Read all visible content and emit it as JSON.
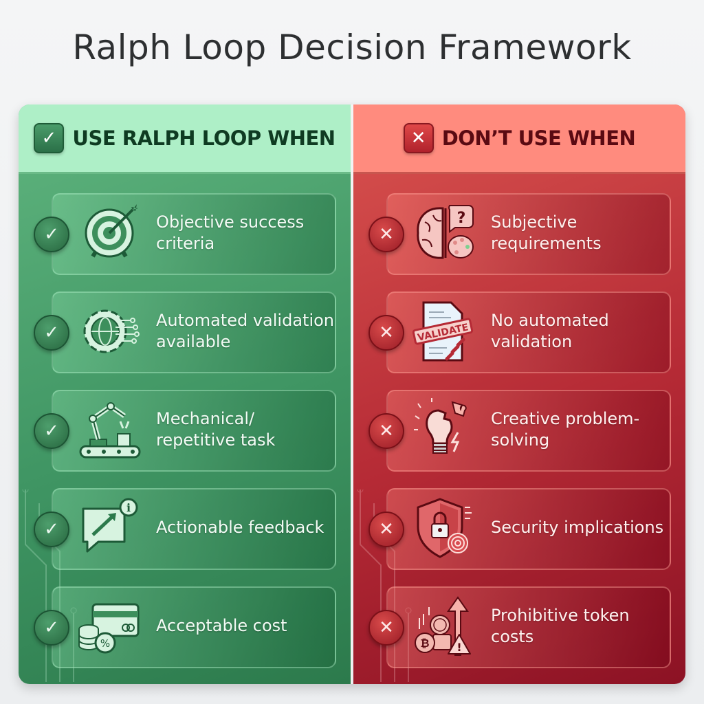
{
  "title": "Ralph Loop Decision Framework",
  "colors": {
    "use_accent": "#3f9563",
    "use_header": "#aeefc7",
    "dont_accent": "#b52a35",
    "dont_header": "#ff8b7e"
  },
  "use": {
    "header": "USE RALPH LOOP WHEN",
    "header_icon": "check-icon",
    "mark": "✓",
    "items": [
      {
        "label": "Objective success criteria",
        "icon": "target-arrow-icon"
      },
      {
        "label": "Automated validation available",
        "icon": "gear-globe-circuit-icon"
      },
      {
        "label": "Mechanical/ repetitive task",
        "icon": "robot-arm-conveyor-icon"
      },
      {
        "label": "Actionable feedback",
        "icon": "chat-arrow-info-icon"
      },
      {
        "label": "Acceptable cost",
        "icon": "coins-card-percent-icon"
      }
    ]
  },
  "dont": {
    "header": "DON’T USE WHEN",
    "header_icon": "x-icon",
    "mark": "✕",
    "items": [
      {
        "label": "Subjective requirements",
        "icon": "brain-palette-question-icon"
      },
      {
        "label": "No automated validation",
        "icon": "document-validate-broken-chain-icon",
        "stamp": "VALIDATE"
      },
      {
        "label": "Creative problem-solving",
        "icon": "lightbulb-puzzle-icon"
      },
      {
        "label": "Security implications",
        "icon": "shield-lock-fingerprint-icon"
      },
      {
        "label": "Prohibitive token costs",
        "icon": "coins-arrow-warning-icon"
      }
    ]
  }
}
